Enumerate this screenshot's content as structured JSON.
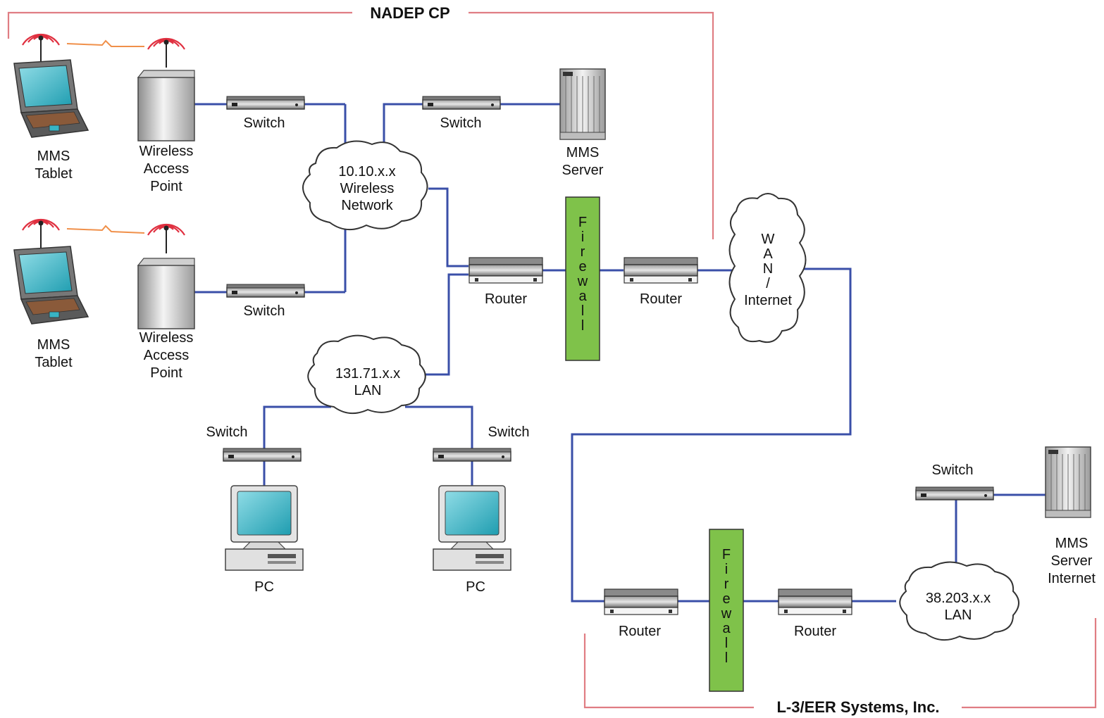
{
  "regions": {
    "top": "NADEP CP",
    "bottom": "L-3/EER Systems, Inc."
  },
  "tablets": [
    {
      "l1": "MMS",
      "l2": "Tablet"
    },
    {
      "l1": "MMS",
      "l2": "Tablet"
    }
  ],
  "access_points": [
    {
      "l1": "Wireless",
      "l2": "Access",
      "l3": "Point"
    },
    {
      "l1": "Wireless",
      "l2": "Access",
      "l3": "Point"
    }
  ],
  "switches": {
    "wireless_top": "Switch",
    "wireless_bottom": "Switch",
    "server": "Switch",
    "pc_left": "Switch",
    "pc_right": "Switch",
    "remote": "Switch"
  },
  "routers": {
    "nadep_inner": "Router",
    "nadep_outer": "Router",
    "eer_outer": "Router",
    "eer_inner": "Router"
  },
  "servers": {
    "nadep": {
      "l1": "MMS",
      "l2": "Server"
    },
    "eer": {
      "l1": "MMS",
      "l2": "Server",
      "l3": "Internet"
    }
  },
  "clouds": {
    "wireless": {
      "l1": "10.10.x.x",
      "l2": "Wireless",
      "l3": "Network"
    },
    "lan": {
      "l1": "131.71.x.x",
      "l2": "LAN"
    },
    "remote_lan": {
      "l1": "38.203.x.x",
      "l2": "LAN"
    },
    "wan": {
      "l1": "W",
      "l2": "A",
      "l3": "N",
      "l4": "/",
      "l5": "Internet"
    }
  },
  "firewalls": {
    "top": "F\ni\nr\ne\nw\na\nl\nl",
    "bottom": "F\ni\nr\ne\nw\na\nl\nl"
  },
  "pcs": {
    "left": "PC",
    "right": "PC"
  },
  "colors": {
    "link": "#3a4fa8",
    "boundary": "#e07d83",
    "firewall": "#7fc24a",
    "wireless_signal": "#e03040",
    "screen": "#38b4c4"
  }
}
